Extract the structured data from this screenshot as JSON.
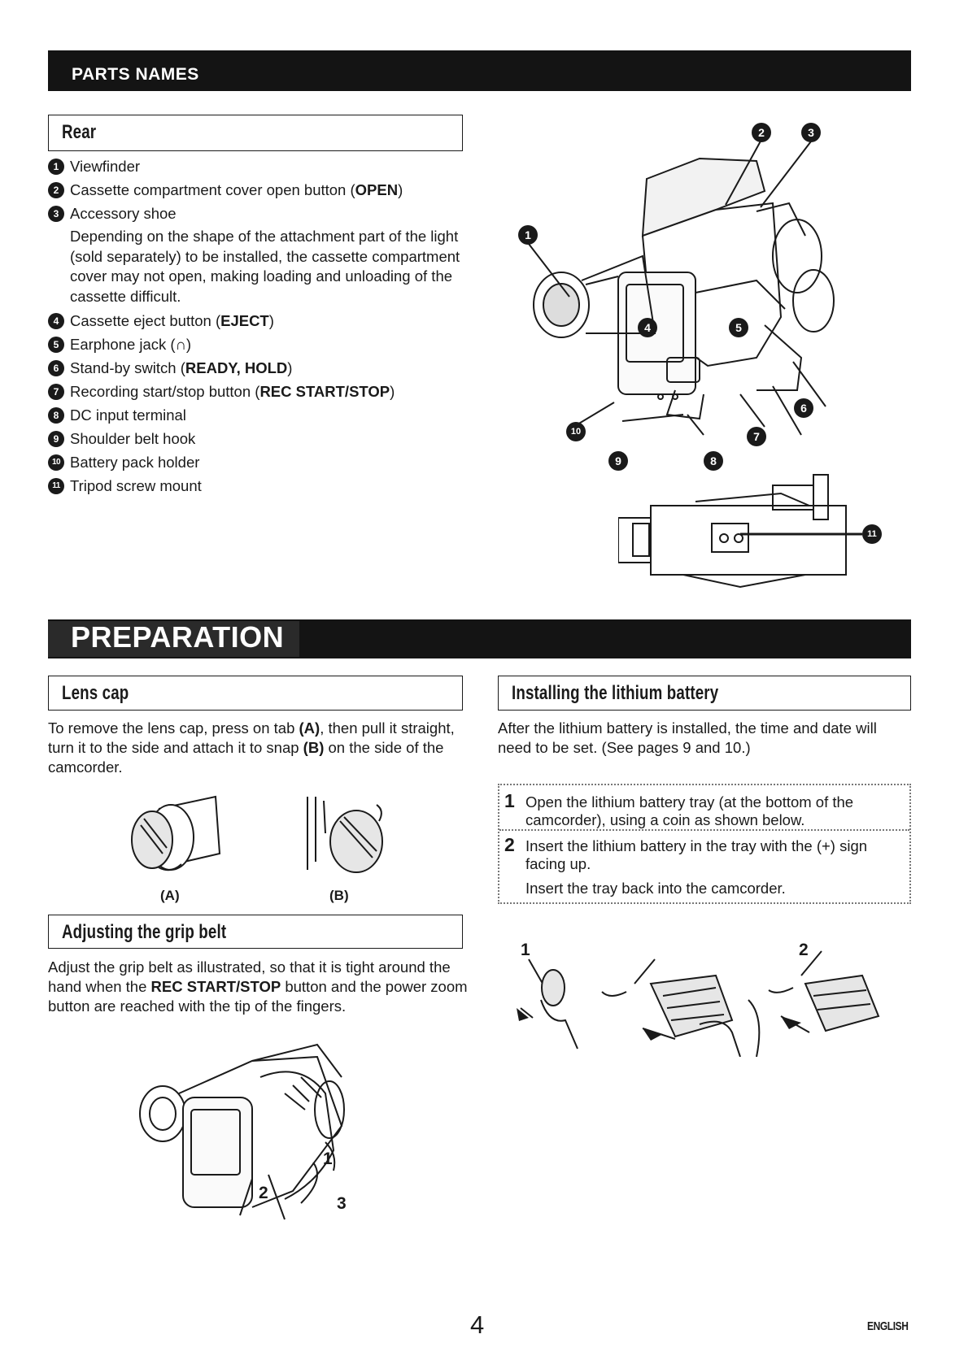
{
  "header": {
    "parts_names": "PARTS NAMES",
    "preparation": "PREPARATION"
  },
  "rear": {
    "title": "Rear",
    "items": [
      {
        "num": "1",
        "text": "Viewfinder",
        "bold": "",
        "after": ""
      },
      {
        "num": "2",
        "text": "Cassette compartment cover open button (",
        "bold": "OPEN",
        "after": ")"
      },
      {
        "num": "3",
        "text": "Accessory shoe",
        "bold": "",
        "after": ""
      },
      {
        "num": "4",
        "text": "Cassette eject button (",
        "bold": "EJECT",
        "after": ")"
      },
      {
        "num": "5",
        "text": "Earphone jack (∩)",
        "bold": "",
        "after": ""
      },
      {
        "num": "6",
        "text": "Stand-by switch (",
        "bold": "READY, HOLD",
        "after": ")"
      },
      {
        "num": "7",
        "text": "Recording start/stop button (",
        "bold": "REC START/STOP",
        "after": ")"
      },
      {
        "num": "8",
        "text": "DC input terminal",
        "bold": "",
        "after": ""
      },
      {
        "num": "9",
        "text": "Shoulder belt hook",
        "bold": "",
        "after": ""
      },
      {
        "num": "10",
        "text": "Battery pack holder",
        "bold": "",
        "after": ""
      },
      {
        "num": "11",
        "text": "Tripod screw mount",
        "bold": "",
        "after": ""
      }
    ],
    "note": "Depending on the shape of the attachment part of the light (sold separately) to be installed, the cassette compartment cover may not open, making loading and unloading of the cassette difficult."
  },
  "lens_cap": {
    "title": "Lens cap",
    "p1": "To remove the lens cap, press on tab ",
    "b1": "(A)",
    "p2": ", then pull it straight, turn it to the side and attach it to snap ",
    "b2": "(B)",
    "p3": " on the side of the camcorder.",
    "cap_a": "(A)",
    "cap_b": "(B)"
  },
  "grip_belt": {
    "title": "Adjusting the grip belt",
    "p1": "Adjust the grip belt as illustrated, so that it is tight around the hand when the ",
    "b1": "REC START/STOP",
    "p2": " button and the power zoom button are reached with the tip of the fingers.",
    "fig_labels": [
      "1",
      "2",
      "3"
    ]
  },
  "lithium": {
    "title": "Installing the lithium battery",
    "intro": "After the lithium battery is installed, the time and date will need to be set. (See pages 9 and 10.)",
    "steps": [
      {
        "num": "1",
        "text": "Open the lithium battery tray (at the bottom of the camcorder), using a coin as shown below."
      },
      {
        "num": "2",
        "text": "Insert the lithium battery in the tray with the (+) sign facing up."
      }
    ],
    "step2_extra": "Insert the tray back into the camcorder.",
    "fig_labels": [
      "1",
      "2"
    ]
  },
  "footer": {
    "page": "4",
    "lang": "ENGLISH"
  }
}
